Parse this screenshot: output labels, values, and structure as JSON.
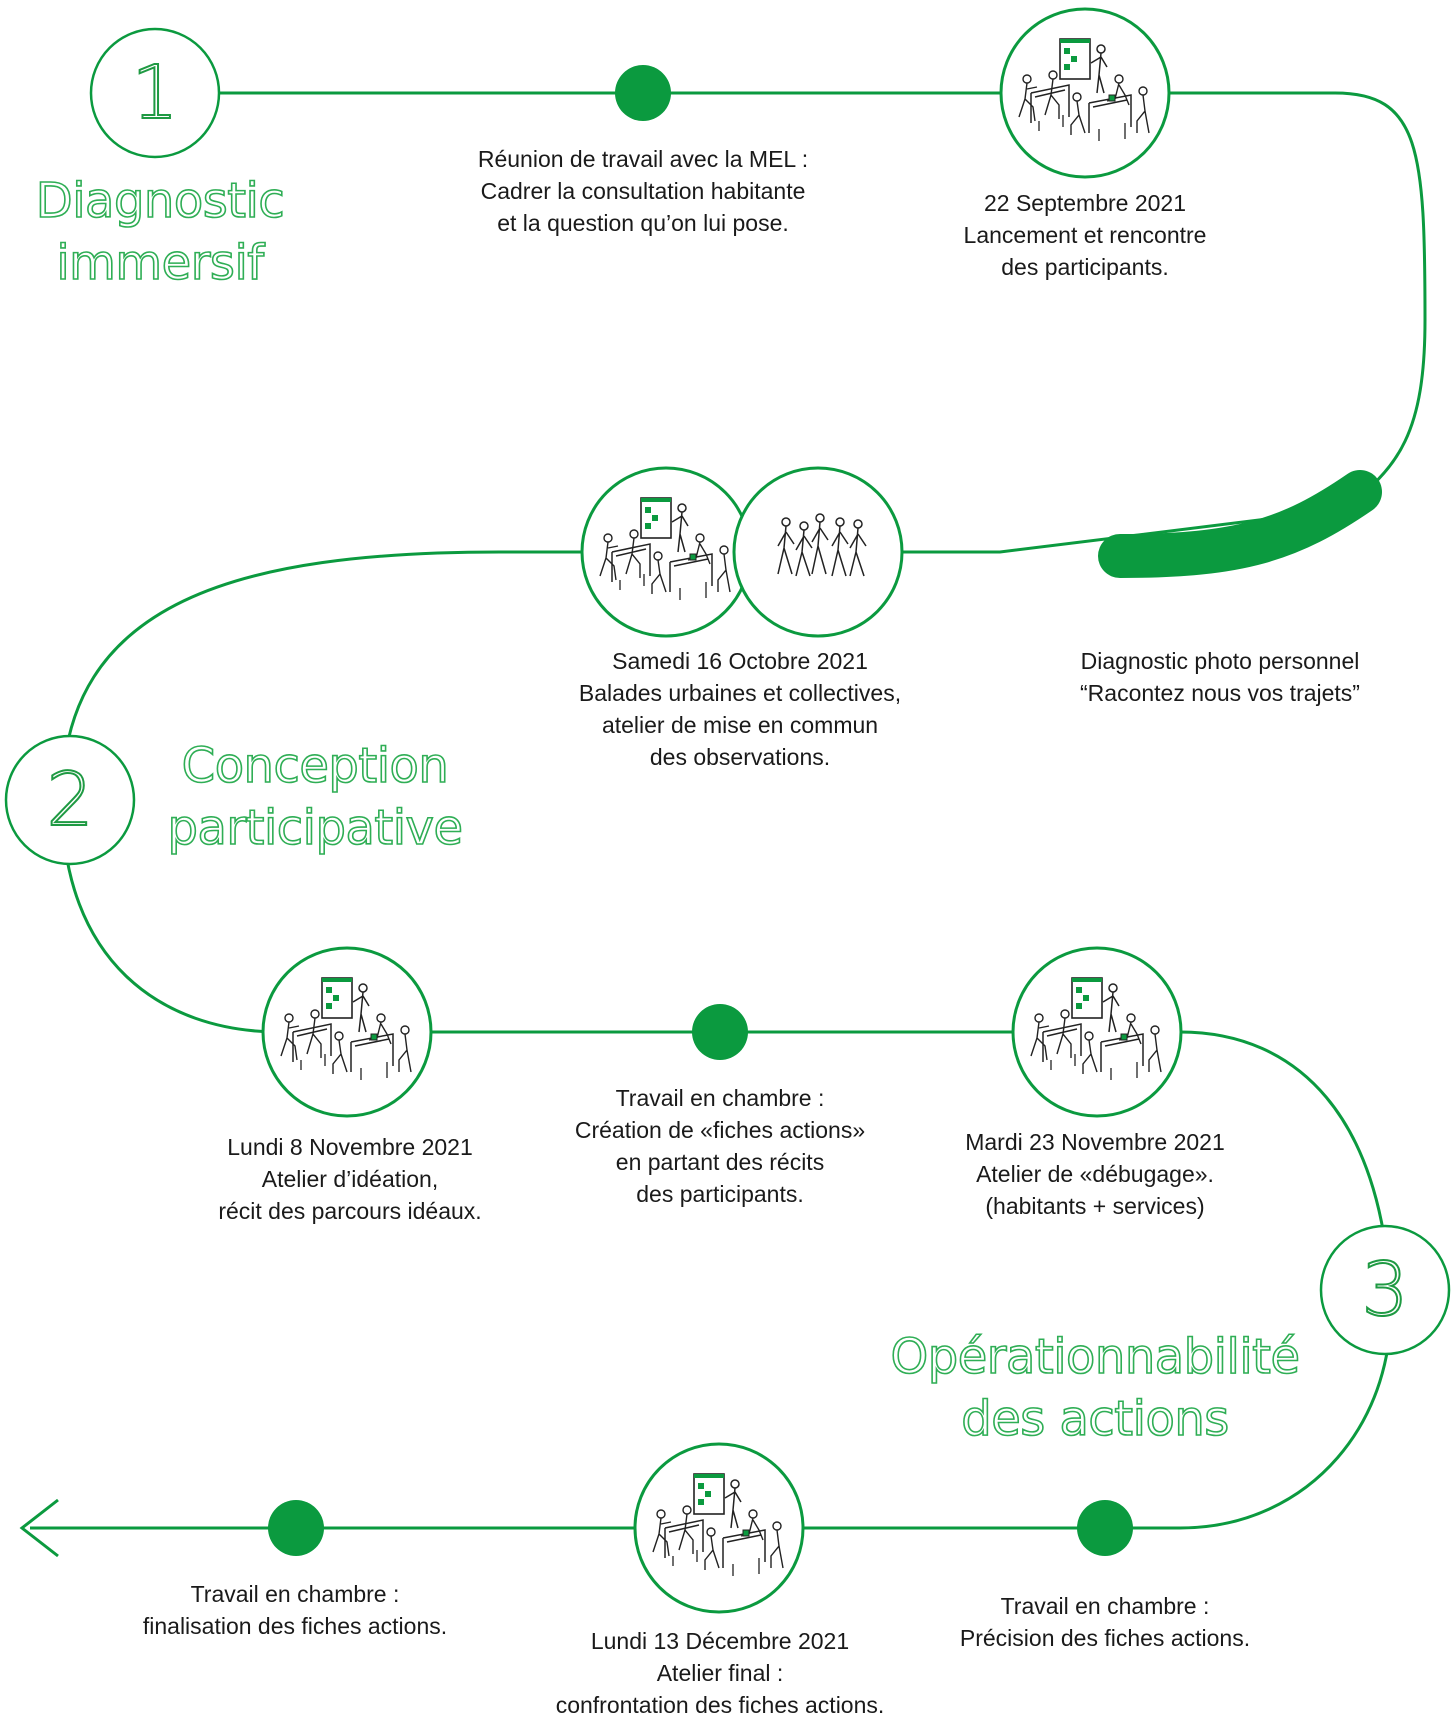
{
  "colors": {
    "accent": "#0b9a3f",
    "text": "#1a1a1a",
    "background": "#ffffff"
  },
  "phases": [
    {
      "number": "1",
      "lines": [
        "Diagnostic",
        "immersif"
      ]
    },
    {
      "number": "2",
      "lines": [
        "Conception",
        "participative"
      ]
    },
    {
      "number": "3",
      "lines": [
        "Opérationnabilité",
        "des actions"
      ]
    }
  ],
  "milestones": [
    {
      "marker": "dot",
      "lines": [
        "Réunion de travail avec la MEL :",
        "Cadrer la consultation habitante",
        "et la question qu’on lui pose."
      ]
    },
    {
      "marker": "workshop-icon",
      "lines": [
        "22 Septembre 2021",
        "Lancement et rencontre",
        "des participants."
      ]
    },
    {
      "marker": "thick-segment",
      "lines": [
        "Diagnostic photo personnel",
        "“Racontez nous vos trajets”"
      ]
    },
    {
      "marker": "workshop-and-walking-icons",
      "lines": [
        "Samedi 16 Octobre 2021",
        "Balades urbaines et collectives,",
        "atelier de mise en commun",
        "des observations."
      ]
    },
    {
      "marker": "workshop-icon",
      "lines": [
        "Lundi 8 Novembre 2021",
        "Atelier d’idéation,",
        "récit des parcours idéaux."
      ]
    },
    {
      "marker": "dot",
      "lines": [
        "Travail en chambre :",
        "Création de «fiches actions»",
        "en partant des récits",
        "des participants."
      ]
    },
    {
      "marker": "workshop-icon",
      "lines": [
        "Mardi 23 Novembre 2021",
        "Atelier de «débugage».",
        "(habitants + services)"
      ]
    },
    {
      "marker": "dot",
      "lines": [
        "Travail en chambre :",
        "Précision des fiches actions."
      ]
    },
    {
      "marker": "workshop-icon",
      "lines": [
        "Lundi 13 Décembre 2021",
        "Atelier final :",
        "confrontation des fiches actions."
      ]
    },
    {
      "marker": "dot",
      "lines": [
        "Travail en chambre :",
        "finalisation des fiches actions."
      ]
    }
  ]
}
